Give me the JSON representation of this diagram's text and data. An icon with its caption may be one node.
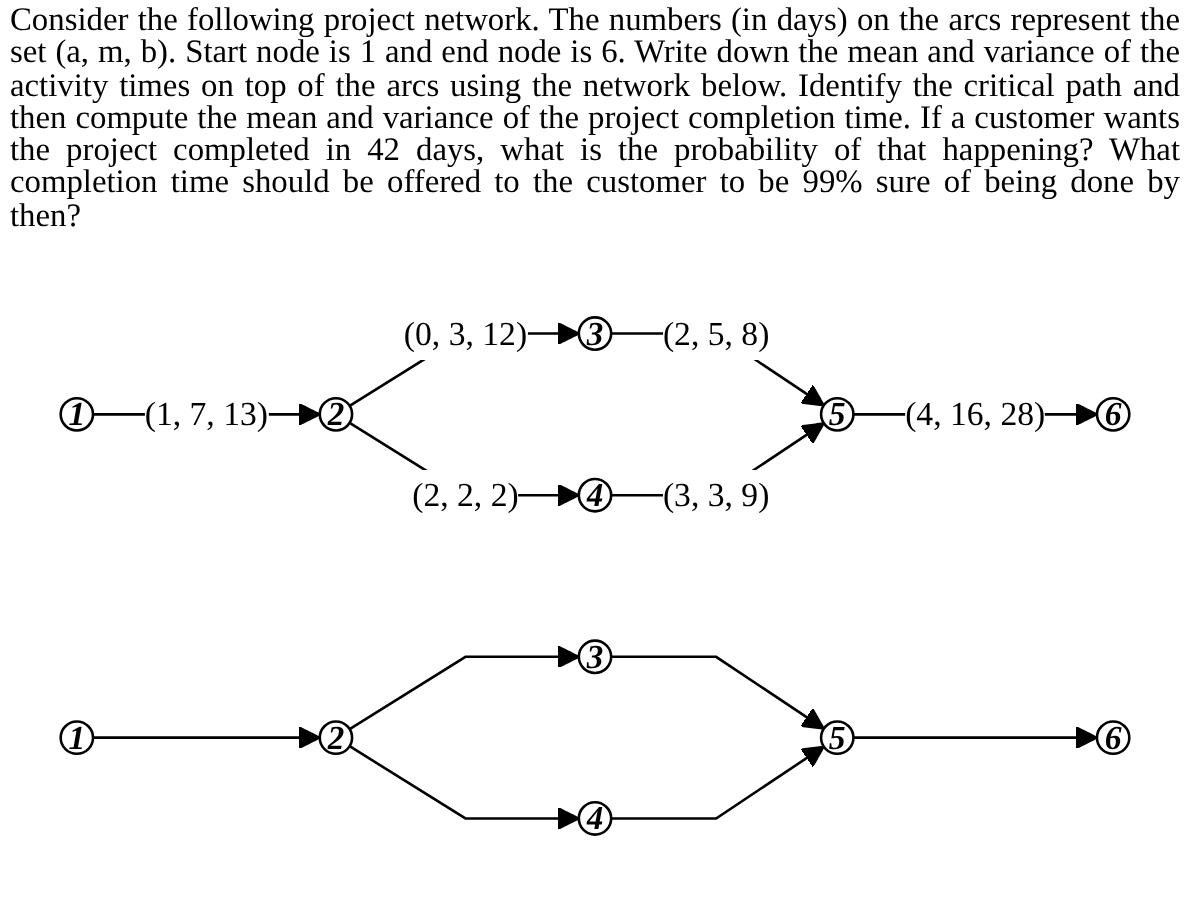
{
  "diagram": {
    "title": "Consider the following project network. The numbers (in days) on the arcs represent the set (a, m, b). Start node is 1 and end node is 6. Write down the mean and variance of the activity times on top of the arcs using the network below. Identify the critical path and then compute the mean and variance of the project completion time. If a customer wants the project completed in 42 days, what is the probability of that happening? What completion time should be offered to the customer to be 99% sure of being done by then?",
    "nodes": [
      {
        "text": [
          "1"
        ]
      },
      {
        "text": [
          "2"
        ]
      },
      {
        "text": [
          "3"
        ]
      },
      {
        "text": [
          "4"
        ]
      },
      {
        "text": [
          "5"
        ]
      },
      {
        "text": [
          "6"
        ]
      },
      {
        "text": [
          "1"
        ]
      },
      {
        "text": [
          "2"
        ]
      },
      {
        "text": [
          "3"
        ]
      },
      {
        "text": [
          "4"
        ]
      },
      {
        "text": [
          "5"
        ]
      },
      {
        "text": [
          "6"
        ]
      }
    ],
    "edges": [
      {
        "from": 0,
        "to": 1,
        "arrow": "to",
        "label": "(1, 7, 13)"
      },
      {
        "from": 1,
        "to": 2,
        "arrow": "to",
        "label": "(0, 3, 12)"
      },
      {
        "from": 1,
        "to": 3,
        "arrow": "to",
        "label": "(2, 2, 2)"
      },
      {
        "from": 2,
        "to": 4,
        "arrow": "to",
        "label": "(2, 5, 8)"
      },
      {
        "from": 3,
        "to": 4,
        "arrow": "to",
        "label": "(3, 3, 9)"
      },
      {
        "from": 4,
        "to": 5,
        "arrow": "to",
        "label": "(4, 16, 28)"
      },
      {
        "from": 6,
        "to": 7,
        "arrow": "to"
      },
      {
        "from": 7,
        "to": 8,
        "arrow": "to"
      },
      {
        "from": 7,
        "to": 9,
        "arrow": "to"
      },
      {
        "from": 8,
        "to": 10,
        "arrow": "to"
      },
      {
        "from": 9,
        "to": 10,
        "arrow": "to"
      },
      {
        "from": 10,
        "to": 11,
        "arrow": "to"
      }
    ]
  }
}
